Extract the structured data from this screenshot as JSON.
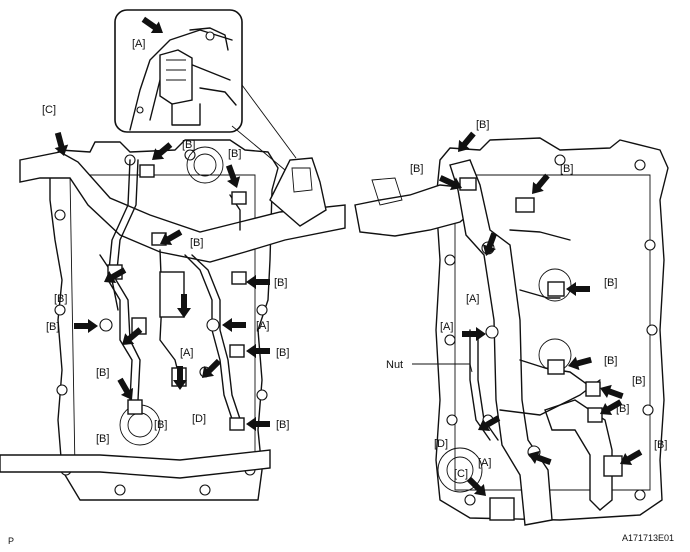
{
  "figure_id": "A171713E01",
  "page_letter": "P",
  "labels": {
    "A": "[A]",
    "B": "[B]",
    "C": "[C]",
    "D": "[D]",
    "nut": "Nut"
  },
  "callouts": {
    "inset": [
      {
        "text": "[A]"
      }
    ],
    "left_view": [
      {
        "text": "[C]"
      },
      {
        "text": "[B]"
      },
      {
        "text": "[B]"
      },
      {
        "text": "[B]"
      },
      {
        "text": "[B]"
      },
      {
        "text": "[B]"
      },
      {
        "text": "[B]"
      },
      {
        "text": "[A]"
      },
      {
        "text": "[A]"
      },
      {
        "text": "[B]"
      },
      {
        "text": "[B]"
      },
      {
        "text": "[D]"
      },
      {
        "text": "[B]"
      },
      {
        "text": "[B]"
      },
      {
        "text": "[B]"
      }
    ],
    "right_view": [
      {
        "text": "[B]"
      },
      {
        "text": "[B]"
      },
      {
        "text": "[B]"
      },
      {
        "text": "[A]"
      },
      {
        "text": "[B]"
      },
      {
        "text": "[A]"
      },
      {
        "text": "Nut"
      },
      {
        "text": "[B]"
      },
      {
        "text": "[B]"
      },
      {
        "text": "[B]"
      },
      {
        "text": "[D]"
      },
      {
        "text": "[A]"
      },
      {
        "text": "[B]"
      },
      {
        "text": "[C]"
      }
    ]
  }
}
